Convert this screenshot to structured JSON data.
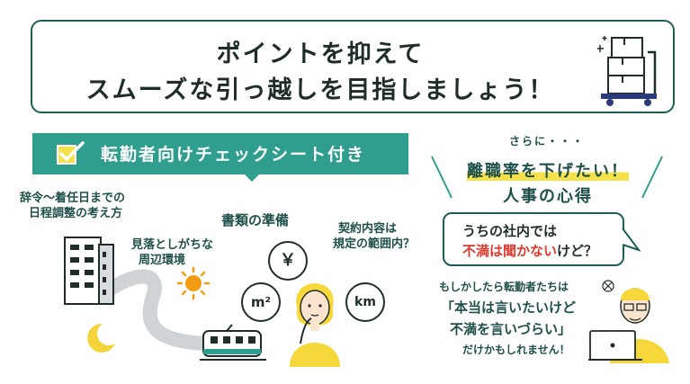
{
  "header": {
    "line1": "ポイントを抑えて",
    "line2": "スムーズな引っ越しを目指しましょう！"
  },
  "banner": {
    "text": "転勤者向けチェックシート付き"
  },
  "checklist": {
    "schedule_line1": "辞令〜着任日までの",
    "schedule_line2": "日程調整の考え方",
    "environment_line1": "見落としがちな",
    "environment_line2": "周辺環境",
    "documents": "書類の準備",
    "contract_line1": "契約内容は",
    "contract_line2": "規定の範囲内？",
    "symbol_yen": "￥",
    "symbol_m2": "m²",
    "symbol_km": "km"
  },
  "right": {
    "sarani": "さらに・・・",
    "title_line1": "離職率を下げたい！",
    "title_line2": "人事の心得",
    "bubble_line1": "うちの社内では",
    "bubble_red": "不満は聞かない",
    "bubble_suffix": "けど？",
    "maybe": "もしかしたら転勤者たちは",
    "quote_line1": "「本当は言いたいけど",
    "quote_line2": "不満を言いづらい」",
    "tail": "だけかもしれません！"
  },
  "colors": {
    "teal": "#2f9e8f",
    "dark_teal": "#1d5e57",
    "yellow": "#f5e14a",
    "red": "#e03a2f",
    "sun": "#f39c12"
  }
}
